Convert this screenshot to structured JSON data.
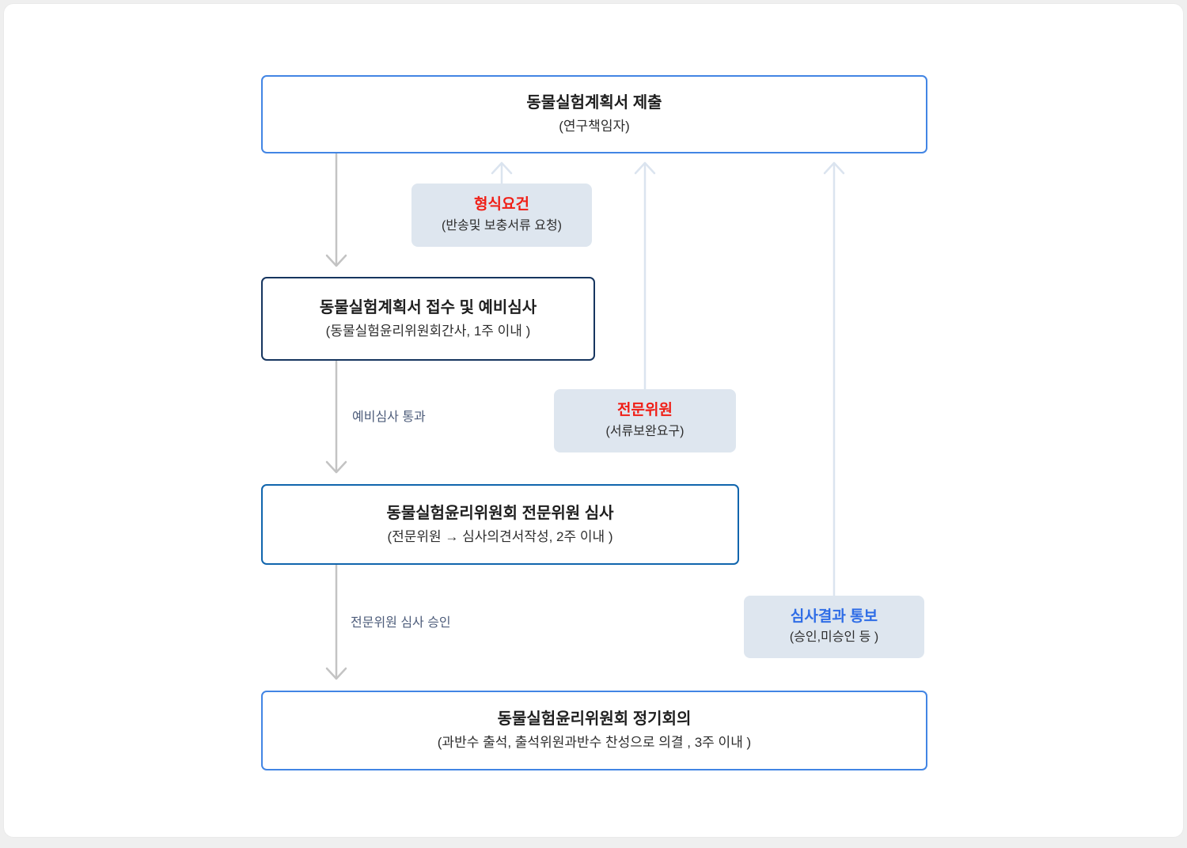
{
  "diagram": {
    "kind": "process-flowchart",
    "language": "ko",
    "steps": [
      {
        "title": "동물실험계획서 제출",
        "subtitle": "(연구책임자)",
        "border_color": "#4285e4"
      },
      {
        "title": "동물실험계획서 접수 및 예비심사",
        "subtitle": "(동물실험윤리위원회간사, 1주 이내 )",
        "border_color": "#16355f"
      },
      {
        "title": "동물실험윤리위원회 전문위원 심사",
        "subtitle": "(전문위원 → 심사의견서작성, 2주 이내 )",
        "border_color": "#1065ad"
      },
      {
        "title": "동물실험윤리위원회 정기회의",
        "subtitle": "(과반수 출석, 출석위원과반수 찬성으로 의결 , 3주 이내 )",
        "border_color": "#4285e4"
      }
    ],
    "callouts": [
      {
        "title": "형식요건",
        "subtitle": "(반송및 보충서류 요청)",
        "title_color": "#f01e16",
        "background": "#dee6ef",
        "points_to": "step-1"
      },
      {
        "title": "전문위원",
        "subtitle": "(서류보완요구)",
        "title_color": "#f01e16",
        "background": "#dee6ef",
        "points_to": "step-1"
      },
      {
        "title": "심사결과 통보",
        "subtitle": "(승인,미승인 등 )",
        "title_color": "#2f6de6",
        "background": "#dee6ef",
        "points_to": "step-1"
      }
    ],
    "edge_labels": [
      {
        "text": "예비심사 통과",
        "edge": "step-2-to-step-3"
      },
      {
        "text": "전문위원 심사 승인",
        "edge": "step-3-to-step-4"
      }
    ],
    "colors": {
      "page_background": "#efefef",
      "card_background": "#ffffff",
      "down_arrow": "#c3c3c3",
      "up_arrow": "#dbe4ef",
      "edge_label_text": "#4d5c7a"
    }
  }
}
